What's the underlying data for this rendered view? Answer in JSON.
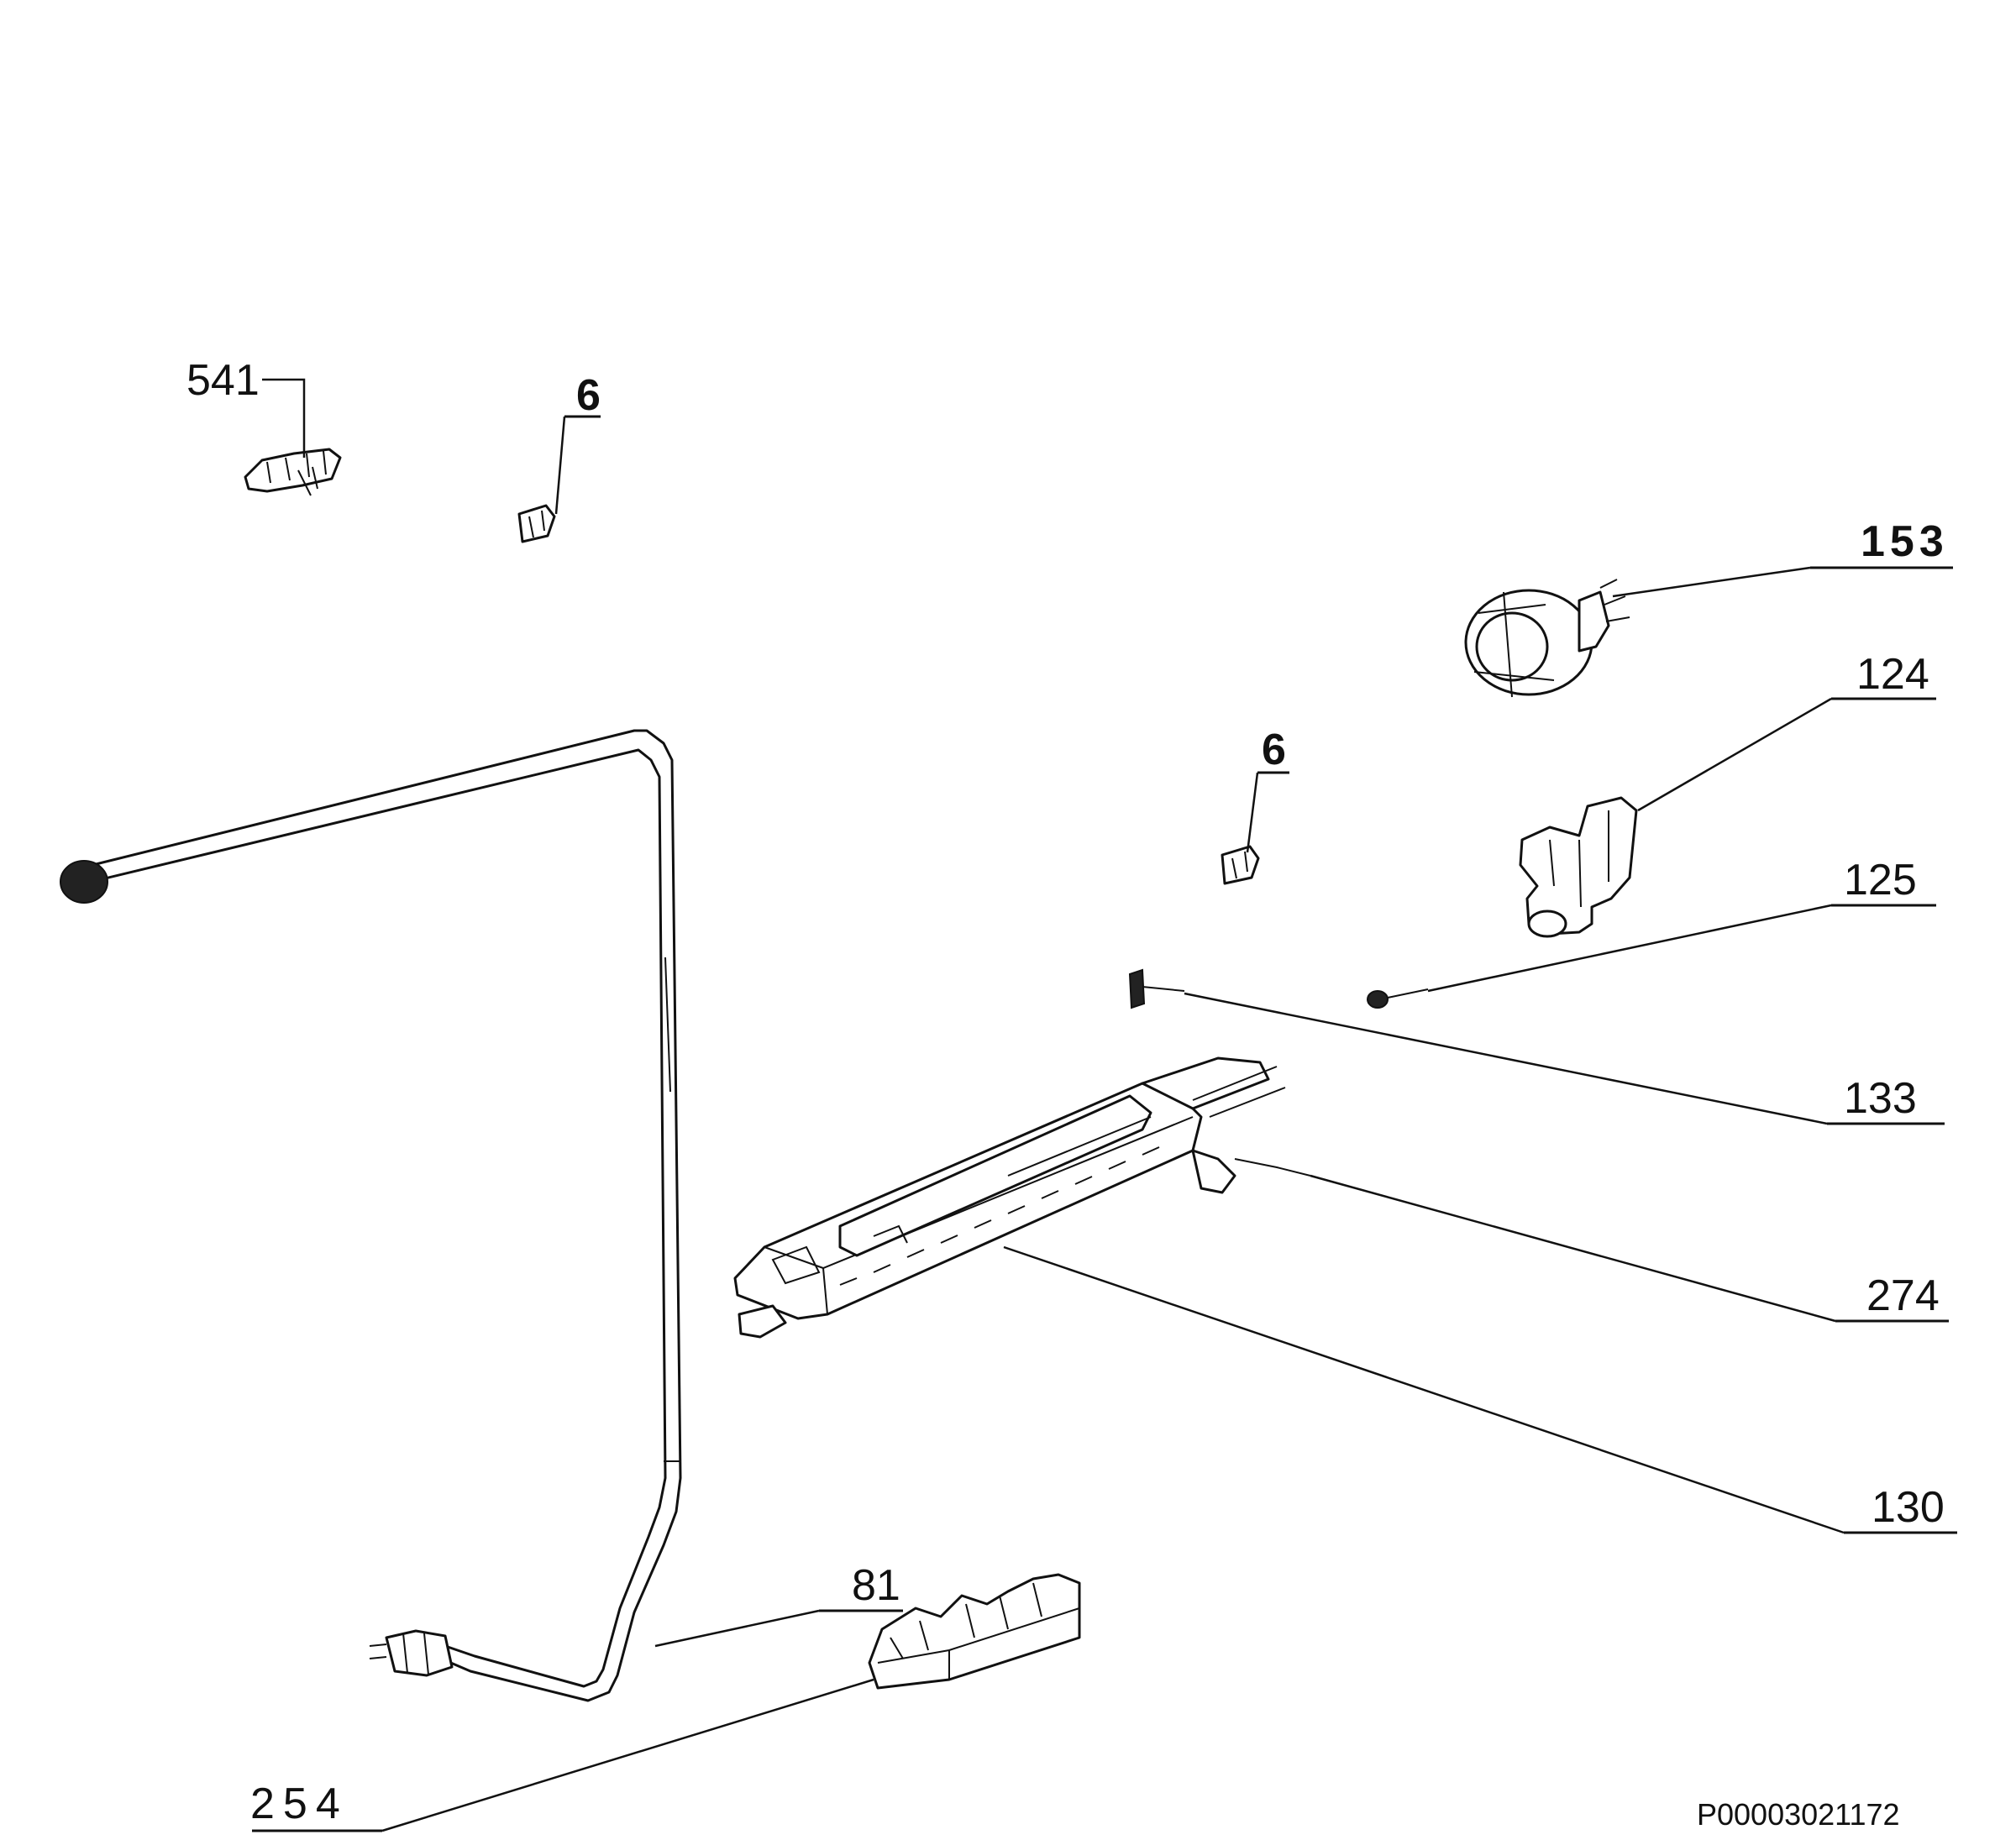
{
  "diagram": {
    "drawing_code": "P00003021172",
    "callouts": [
      {
        "id": "541",
        "text": "541"
      },
      {
        "id": "6a",
        "text": "6"
      },
      {
        "id": "6b",
        "text": "6"
      },
      {
        "id": "153",
        "text": "153"
      },
      {
        "id": "124",
        "text": "124"
      },
      {
        "id": "125",
        "text": "125"
      },
      {
        "id": "133",
        "text": "133"
      },
      {
        "id": "274",
        "text": "274"
      },
      {
        "id": "130",
        "text": "130"
      },
      {
        "id": "81",
        "text": "81"
      },
      {
        "id": "254",
        "text": "254"
      }
    ]
  }
}
